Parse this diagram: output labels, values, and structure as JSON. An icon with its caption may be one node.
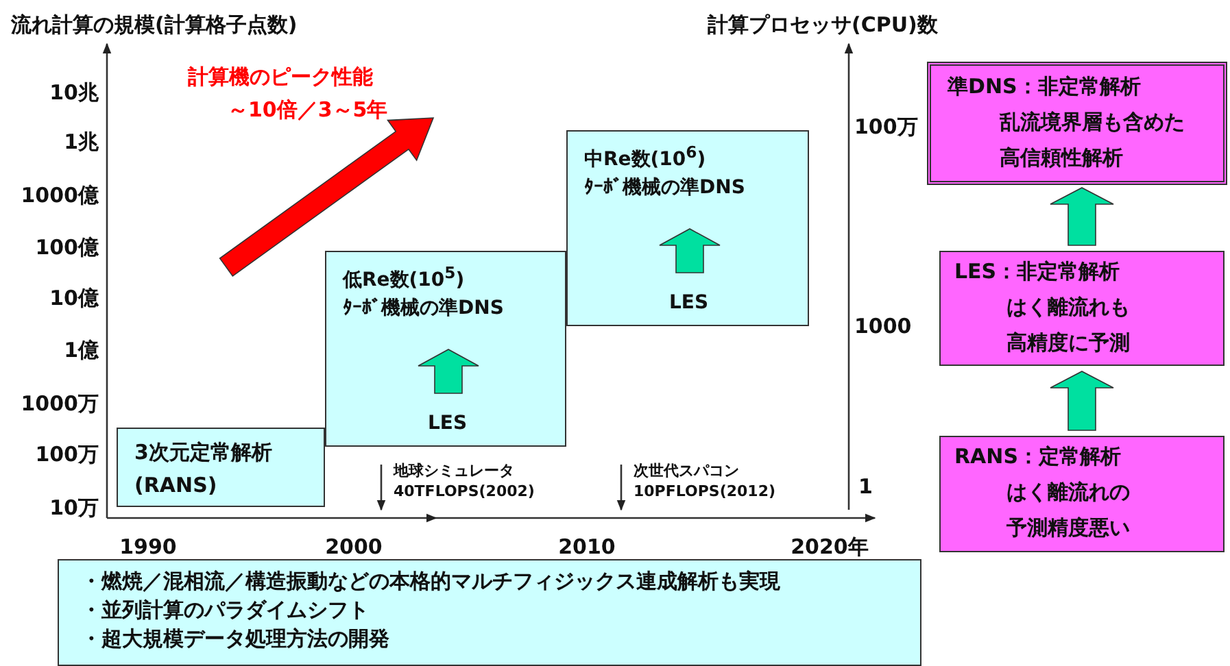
{
  "diagram": {
    "nodes": [
      {
        "text": [
          "3次元定常解析",
          "(RANS)"
        ]
      },
      {
        "text": [
          "低Re数(10$^{5}$)",
          "ﾀｰﾎﾞ機械の準DNS",
          "LES"
        ]
      },
      {
        "text": [
          "中Re数(10$^{6}$)",
          "ﾀｰﾎﾞ機械の準DNS",
          "LES"
        ]
      },
      {
        "text": [
          "準DNS：非定常解析",
          "乱流境界層も含めた",
          "高信頼性解析"
        ]
      },
      {
        "text": [
          "LES：非定常解析",
          "はく離流れも",
          "高精度に予測"
        ]
      },
      {
        "text": [
          "RANS：定常解析",
          "はく離流れの",
          "予測精度悪い"
        ]
      },
      {
        "text": [
          "・燃焼／混相流／構造振動などの本格的マルチフィジックス連成解析も実現",
          "・並列計算のパラダイムシフト",
          "・超大規模データ処理方法の開発"
        ]
      }
    ],
    "edges": [
      {
        "from": 5,
        "to": 4,
        "arrow": "to"
      },
      {
        "from": 4,
        "to": 3,
        "arrow": "to"
      }
    ],
    "labels": [
      "流れ計算の規模(計算格子点数)",
      "計算機のピーク性能",
      "～10倍／3～5年",
      "計算プロセッサ(CPU)数",
      "10兆",
      "1兆",
      "1000億",
      "100億",
      "10億",
      "1億",
      "1000万",
      "100万",
      "10万",
      "100万",
      "1000",
      "1",
      "地球シミュレータ",
      "40TFLOPS(2002)",
      "次世代スパコン",
      "10PFLOPS(2012)",
      "1990",
      "2000",
      "2010",
      "2020年"
    ]
  }
}
